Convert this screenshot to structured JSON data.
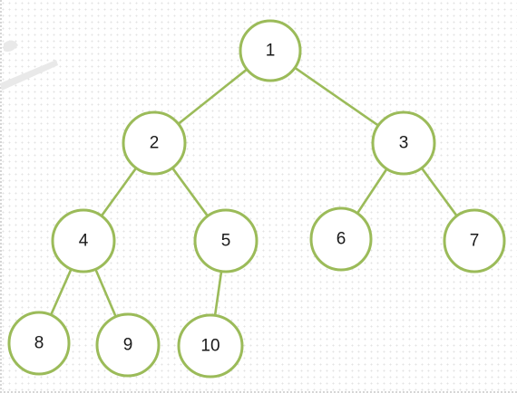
{
  "tree": {
    "nodes": [
      {
        "id": "1",
        "label": "1"
      },
      {
        "id": "2",
        "label": "2"
      },
      {
        "id": "3",
        "label": "3"
      },
      {
        "id": "4",
        "label": "4"
      },
      {
        "id": "5",
        "label": "5"
      },
      {
        "id": "6",
        "label": "6"
      },
      {
        "id": "7",
        "label": "7"
      },
      {
        "id": "8",
        "label": "8"
      },
      {
        "id": "9",
        "label": "9"
      },
      {
        "id": "10",
        "label": "10"
      }
    ],
    "edges": [
      {
        "from": "1",
        "to": "2"
      },
      {
        "from": "1",
        "to": "3"
      },
      {
        "from": "2",
        "to": "4"
      },
      {
        "from": "2",
        "to": "5"
      },
      {
        "from": "3",
        "to": "6"
      },
      {
        "from": "3",
        "to": "7"
      },
      {
        "from": "4",
        "to": "8"
      },
      {
        "from": "4",
        "to": "9"
      },
      {
        "from": "5",
        "to": "10"
      }
    ],
    "colors": {
      "stroke": "#9bbb59",
      "text": "#1a1a1a",
      "fill": "#ffffff"
    }
  }
}
